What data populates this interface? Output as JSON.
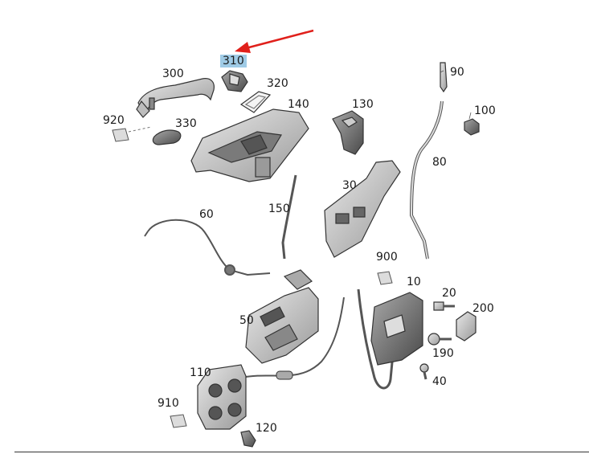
{
  "diagram": {
    "highlight_color": "#9fcbe6",
    "arrow_color": "#e0201b",
    "highlighted_part": "310",
    "parts": {
      "p310": "310",
      "p300": "300",
      "p320": "320",
      "p140": "140",
      "p130": "130",
      "p90": "90",
      "p100": "100",
      "p920": "920",
      "p330": "330",
      "p80": "80",
      "p30": "30",
      "p60": "60",
      "p150": "150",
      "p900": "900",
      "p10": "10",
      "p20": "20",
      "p200": "200",
      "p50": "50",
      "p190": "190",
      "p40": "40",
      "p110": "110",
      "p910": "910",
      "p120": "120"
    }
  }
}
